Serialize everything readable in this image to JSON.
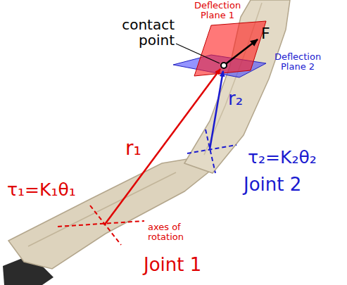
{
  "diagram": {
    "labels": [
      "Deflection Plane 1",
      "contact point",
      "F",
      "Deflection Plane 2",
      "r₂",
      "r₁",
      "τ₂=K₂θ₂",
      "Joint 2",
      "τ₁=K₁θ₁",
      "axes of rotation",
      "Joint 1"
    ]
  }
}
